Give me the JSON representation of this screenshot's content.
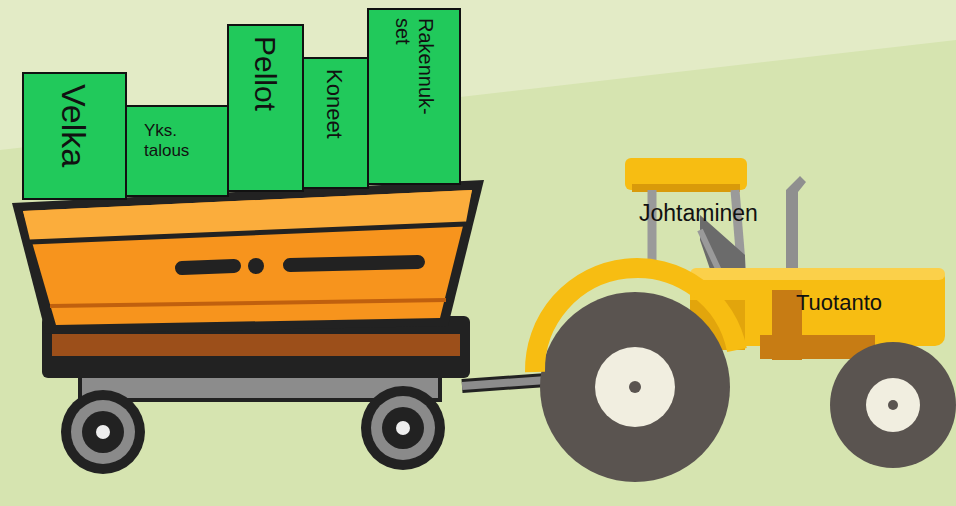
{
  "diagram": {
    "nodes": [
      {
        "text": [
          "Velka"
        ]
      },
      {
        "text": [
          "Yks. talous"
        ]
      },
      {
        "text": [
          "Pellot"
        ]
      },
      {
        "text": [
          "Koneet"
        ]
      },
      {
        "text": [
          "Rakennuk- set"
        ]
      }
    ],
    "labels": [
      "Johtaminen",
      "Tuotanto"
    ]
  }
}
